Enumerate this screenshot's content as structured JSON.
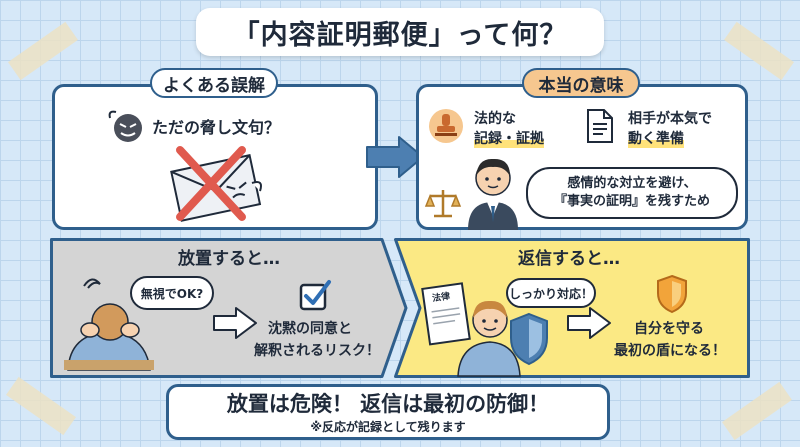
{
  "title": "「内容証明郵便」って何？",
  "misconception": {
    "label": "よくある誤解",
    "text": "ただの脅し文句？"
  },
  "meaning": {
    "label": "本当の意味",
    "item1": [
      "法的な",
      "記録・証拠"
    ],
    "item2": [
      "相手が本気で",
      "動く準備"
    ],
    "note": [
      "感情的な対立を避け、",
      "『事実の証明』を残すため"
    ]
  },
  "ignore": {
    "label": "放置すると…",
    "bubble": "無視でOK?",
    "result": [
      "沈黙の同意と",
      "解釈されるリスク！"
    ]
  },
  "reply": {
    "label": "返信すると…",
    "doc_label": "法律",
    "bubble": "しっかり対応！",
    "result": [
      "自分を守る",
      "最初の盾になる！"
    ]
  },
  "footer": {
    "main": "放置は危険！ 返信は最初の防御！",
    "sub": "※反応が記録として残ります"
  },
  "colors": {
    "navy": "#2f5f8c",
    "gray_panel": "#d4d4d4",
    "yellow_panel": "#fbe984",
    "orange_label": "#f6c78f",
    "highlight": "#ffe27a",
    "red_cross": "#e05a4e"
  },
  "icons": [
    "scary-face-icon",
    "crossed-envelope-icon",
    "arrow-right-icon",
    "stamp-icon",
    "document-icon",
    "lawyer-icon",
    "scales-icon",
    "troubled-person-icon",
    "checkbox-icon",
    "shield-icon",
    "emblem-shield-icon"
  ]
}
